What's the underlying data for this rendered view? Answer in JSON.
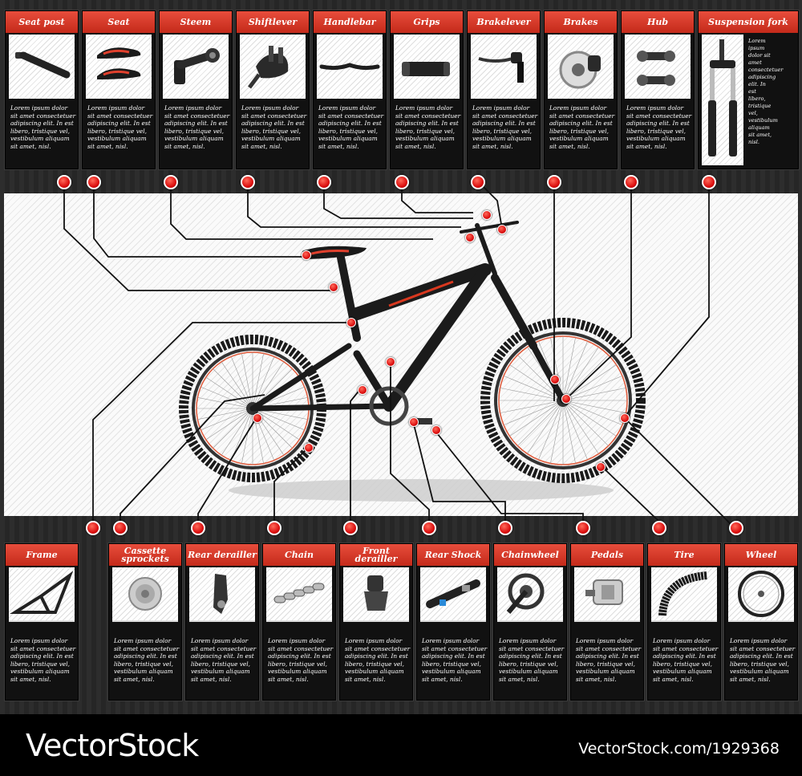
{
  "top_cards": [
    {
      "title": "Seat post",
      "icon": "seat-post-icon"
    },
    {
      "title": "Seat",
      "icon": "seat-icon"
    },
    {
      "title": "Steem",
      "icon": "stem-icon"
    },
    {
      "title": "Shiftlever",
      "icon": "shiftlever-icon"
    },
    {
      "title": "Handlebar",
      "icon": "handlebar-icon"
    },
    {
      "title": "Grips",
      "icon": "grip-icon"
    },
    {
      "title": "Brakelever",
      "icon": "brakelever-icon"
    },
    {
      "title": "Brakes",
      "icon": "brake-disc-icon"
    },
    {
      "title": "Hub",
      "icon": "hub-icon"
    },
    {
      "title": "Suspension fork",
      "icon": "suspension-fork-icon"
    }
  ],
  "bottom_cards": [
    {
      "title": "Frame",
      "icon": "frame-icon"
    },
    {
      "title": "Cassette sprockets",
      "icon": "cassette-icon"
    },
    {
      "title": "Rear derailler",
      "icon": "rear-derailleur-icon"
    },
    {
      "title": "Chain",
      "icon": "chain-icon"
    },
    {
      "title": "Front derailler",
      "icon": "front-derailleur-icon"
    },
    {
      "title": "Rear Shock",
      "icon": "rear-shock-icon"
    },
    {
      "title": "Chainwheel",
      "icon": "chainwheel-icon"
    },
    {
      "title": "Pedals",
      "icon": "pedal-icon"
    },
    {
      "title": "Tire",
      "icon": "tire-icon"
    },
    {
      "title": "Wheel",
      "icon": "wheel-icon"
    }
  ],
  "lorem": "Lorem ipsum dolor sit amet consectetuer adipiscing elit. In est libero, tristique vel, vestibulum aliquam sit amet, nisl.",
  "watermark": {
    "brand": "VectorStock",
    "url": "VectorStock.com/1929368"
  },
  "colors": {
    "accent": "#d92b1c",
    "card_bg": "#111111",
    "panel_bg": "#fafafa"
  }
}
